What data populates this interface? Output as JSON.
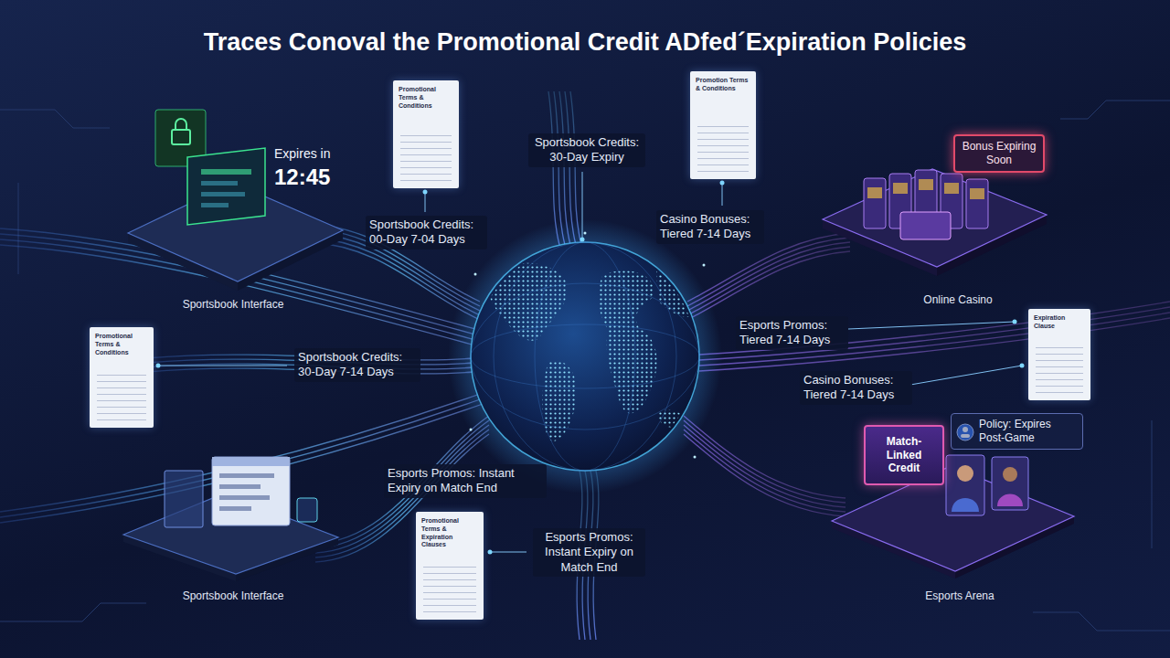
{
  "diagram": {
    "title": "Traces Conoval the Promotional Credit ADfed´Expiration Policies",
    "nodes": [
      {
        "text": [
          "Expires in",
          "12:45",
          "Sportsbook Interface"
        ]
      },
      {
        "text": [
          "Promotional Terms & Conditions"
        ]
      },
      {
        "text": [
          "Promotion Terms & Conditions"
        ]
      },
      {
        "text": [
          "Bonus Expiring Soon",
          "Online Casino"
        ]
      },
      {
        "text": [
          "Promotional Terms & Conditions"
        ]
      },
      {
        "text": [
          "Expiration Clause"
        ]
      },
      {
        "text": [
          "Sportsbook Interface"
        ]
      },
      {
        "text": [
          "Promotional Terms & Expiration Clauses"
        ]
      },
      {
        "text": [
          "Esports Arena"
        ]
      },
      {
        "text": [
          "Match-Linked Credit"
        ],
        "in": 8
      },
      {
        "text": [
          "Policy: Expires Post-Game"
        ],
        "in": 8
      }
    ],
    "labels": [
      "Sportsbook Credits: 30-Day Expiry",
      "Sportsbook Credits: 00-Day 7-04 Days",
      "Casino Bonuses: Tiered 7-14 Days",
      "Sportsbook Credits: 30-Day 7-14 Days",
      "Esports Promos: Tiered 7-14 Days",
      "Casino Bonuses: Tiered 7-14 Days",
      "Esports Promos: Instant Expiry on Match End",
      "Esports Promos: Instant Expiry on Match End"
    ]
  }
}
